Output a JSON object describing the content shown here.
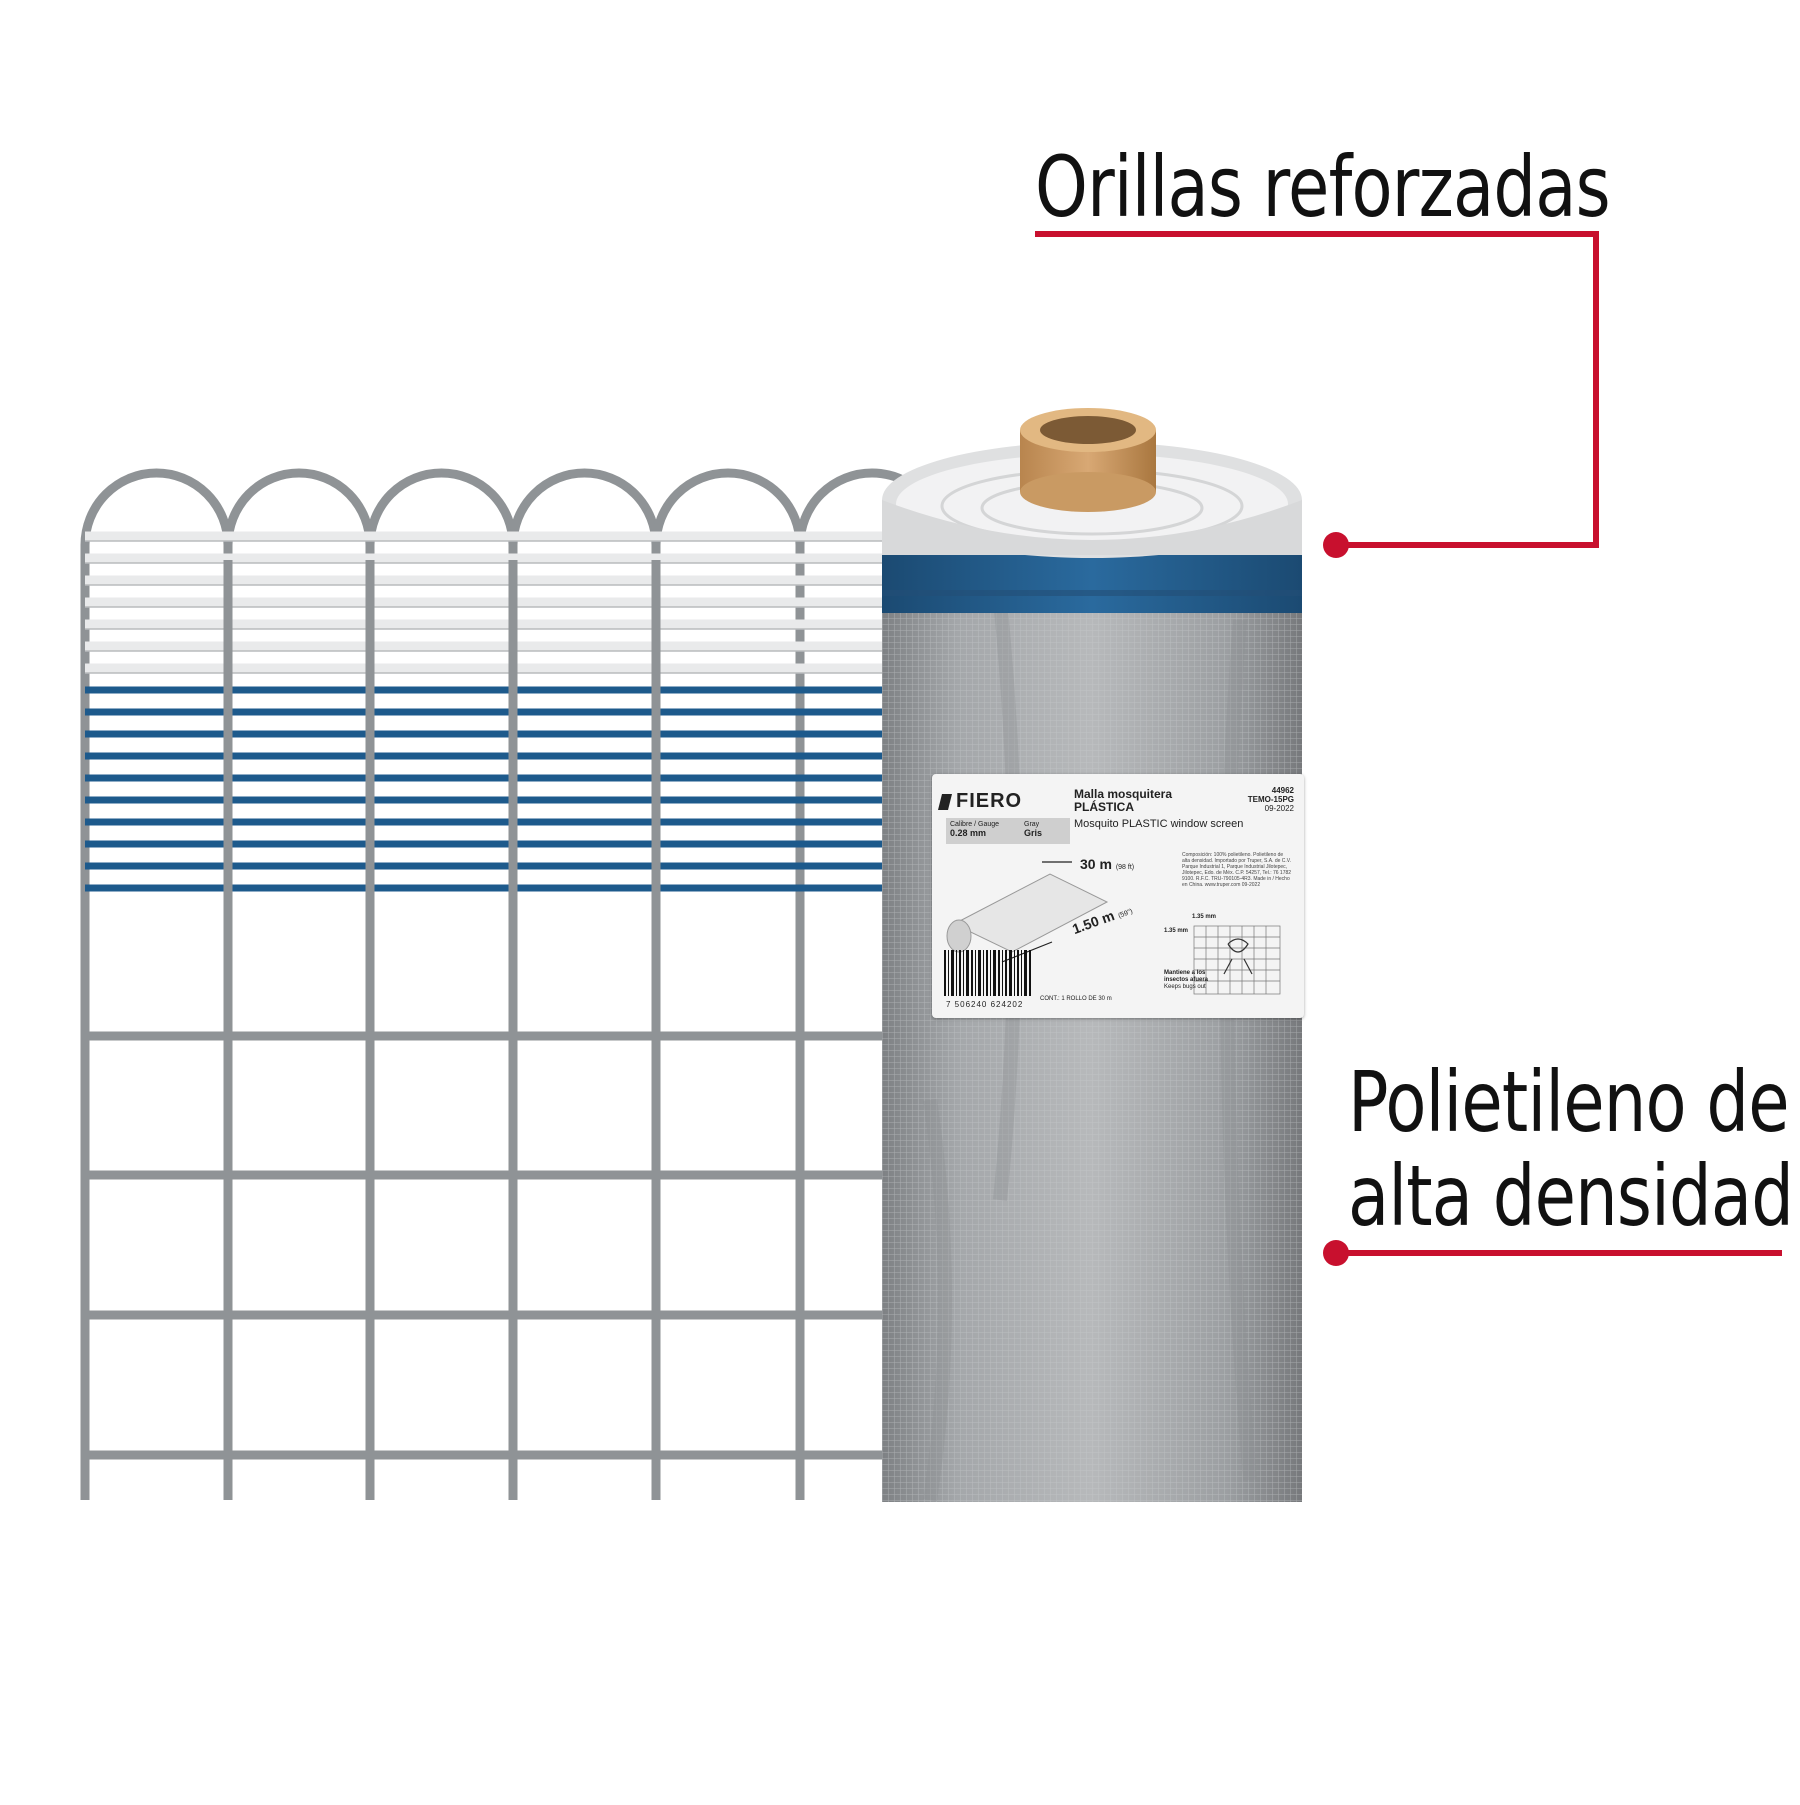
{
  "callouts": {
    "top": "Orillas reforzadas",
    "bottom_line1": "Polietileno de",
    "bottom_line2": "alta densidad"
  },
  "label": {
    "brand": "FIERO",
    "title_es": "Malla mosquitera\nPLÁSTICA",
    "title_en": "Mosquito PLASTIC window screen",
    "code": "44962",
    "model": "TEMO-15PG",
    "date": "09-2022",
    "gauge_caption": "Calibre / Gauge",
    "gauge_value": "0.28 mm",
    "color_caption": "Gray",
    "color_value": "Gris",
    "length": "30 m",
    "length_ft": "(98 ft)",
    "width": "1.50 m",
    "width_ft": "(59\")",
    "composition": "Composición: 100% polietileno. Polietileno de alta densidad. Importado por Truper, S.A. de C.V. Parque Industrial 1, Parque Industrial Jilotepec, Jilotepec, Edo. de Méx. C.P. 54257, Tel.: 76 1782 9100. R.F.C. TRU-790105-4R3. Made in / Hecho en China. www.truper.com 09-2022",
    "mesh_h": "1.35 mm",
    "mesh_v": "1.35 mm",
    "keep_es": "Mantiene a los insectos afuera",
    "keep_en": "Keeps bugs out",
    "contents": "CONT.: 1 ROLLO DE 30 m",
    "barcode": "7 506240 624202"
  },
  "colors": {
    "accent_red": "#c8102e",
    "blue_edge": "#1d5a8c",
    "wire_gray": "#8f9396",
    "roll_gray": "#a8aaac"
  }
}
